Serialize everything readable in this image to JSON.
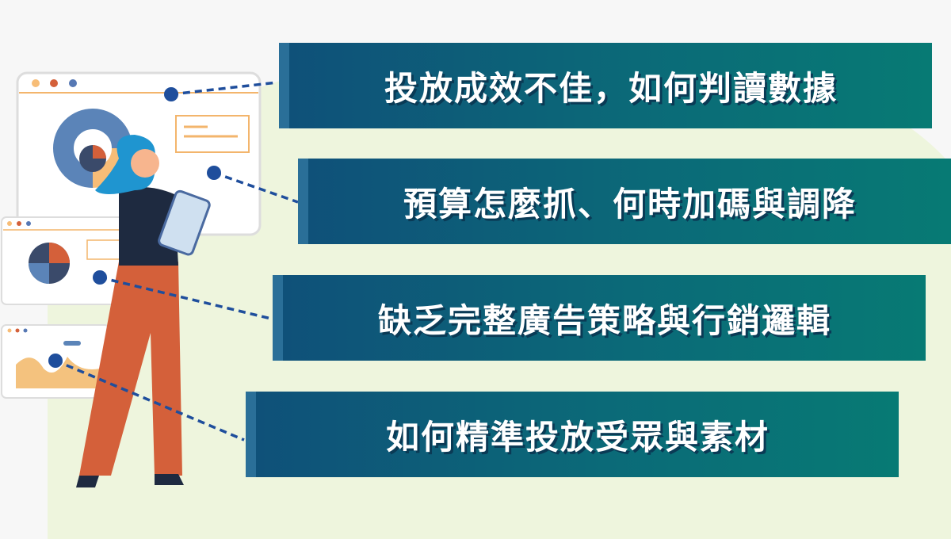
{
  "items": [
    {
      "label": "投放成效不佳，如何判讀數據"
    },
    {
      "label": "預算怎麼抓、何時加碼與調降"
    },
    {
      "label": "缺乏完整廣告策略與行銷邏輯"
    },
    {
      "label": "如何精準投放受眾與素材"
    }
  ],
  "colors": {
    "banner_dark": "#0f5079",
    "banner_teal": "#077a74",
    "accent": "#2a6f98",
    "dot": "#1f4e9c",
    "orange": "#d4603a",
    "peach": "#f7bd77"
  }
}
